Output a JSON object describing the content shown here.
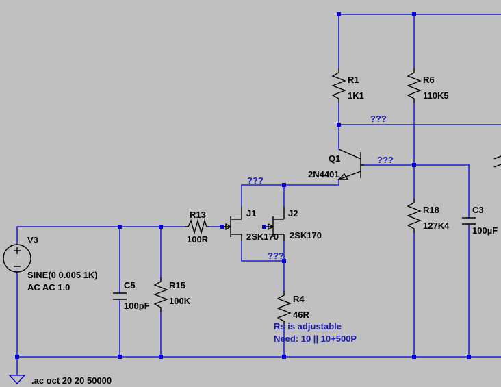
{
  "components": {
    "r1": {
      "ref": "R1",
      "value": "1K1"
    },
    "r6": {
      "ref": "R6",
      "value": "110K5"
    },
    "q1": {
      "ref": "Q1",
      "value": "2N4401"
    },
    "r18": {
      "ref": "R18",
      "value": "127K4"
    },
    "c3": {
      "ref": "C3",
      "value": "100µF"
    },
    "r13": {
      "ref": "R13",
      "value": "100R"
    },
    "j1": {
      "ref": "J1",
      "value": "2SK170"
    },
    "j2": {
      "ref": "J2",
      "value": "2SK170"
    },
    "r4": {
      "ref": "R4",
      "value": "46R"
    },
    "v3": {
      "ref": "V3",
      "value": "SINE(0 0.005 1K)",
      "ac": "AC AC 1.0"
    },
    "c5": {
      "ref": "C5",
      "value": "100pF"
    },
    "r15": {
      "ref": "R15",
      "value": "100K"
    }
  },
  "net_labels": {
    "q1_collector": "???",
    "q1_base": "???",
    "jfet_drain": "???",
    "jfet_source": "???"
  },
  "notes": {
    "rs_adjustable": "Rs is adjustable",
    "need": "Need: 10 || 10+500P"
  },
  "directive": ".ac oct 20 20 50000"
}
